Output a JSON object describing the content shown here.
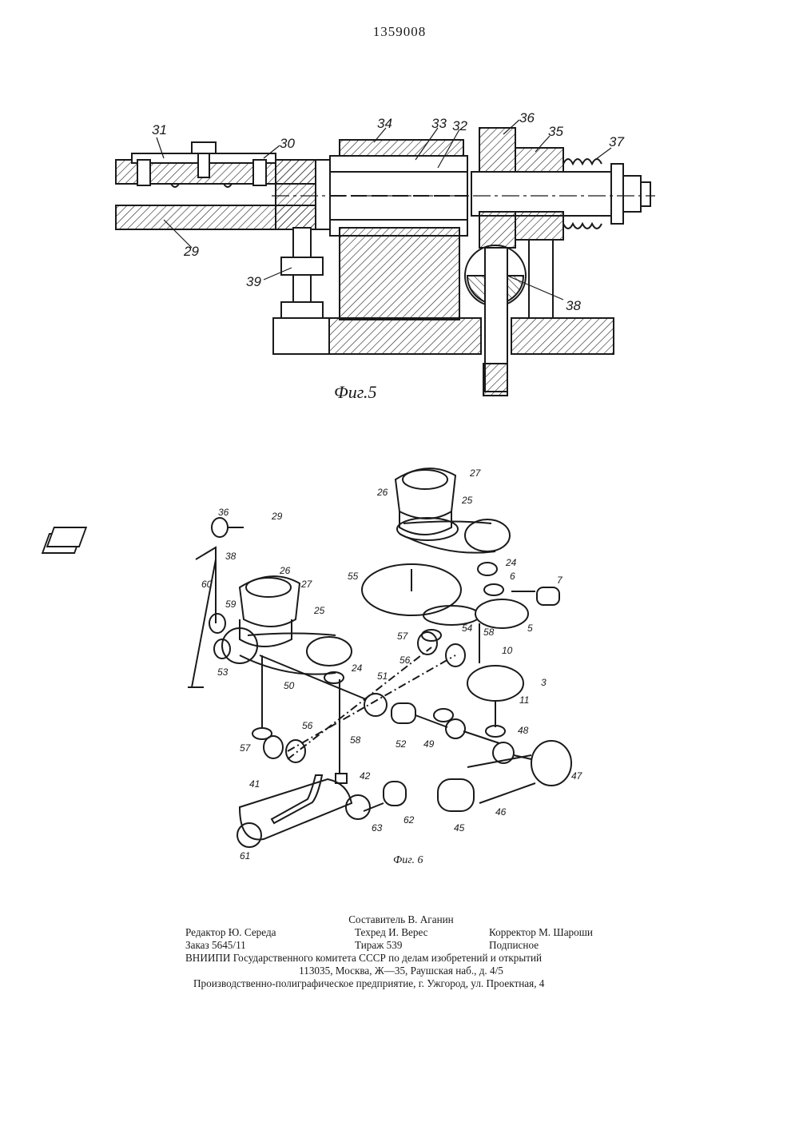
{
  "patent_number": "1359008",
  "fig5": {
    "caption": "Фиг.5",
    "labels": [
      "31",
      "30",
      "34",
      "33",
      "32",
      "36",
      "35",
      "37",
      "29",
      "39",
      "38"
    ]
  },
  "fig6": {
    "caption": "Фиг. 6",
    "labels": [
      "27",
      "26",
      "25",
      "36",
      "29",
      "38",
      "60",
      "59",
      "53",
      "26",
      "27",
      "25",
      "24",
      "55",
      "24",
      "6",
      "7",
      "5",
      "54",
      "57",
      "58",
      "56",
      "50",
      "51",
      "10",
      "3",
      "11",
      "56",
      "52",
      "49",
      "48",
      "47",
      "58",
      "57",
      "42",
      "41",
      "62",
      "45",
      "46",
      "61",
      "63"
    ]
  },
  "imprint": {
    "compiler": "Составитель В. Аганин",
    "editor": "Редактор Ю. Середа",
    "techred": "Техред И. Верес",
    "corrector": "Корректор М. Шароши",
    "order": "Заказ 5645/11",
    "circulation": "Тираж 539",
    "subscription": "Подписное",
    "org": "ВНИИПИ Государственного комитета СССР по делам изобретений и открытий",
    "address": "113035, Москва, Ж—35, Раушская наб., д. 4/5",
    "printer": "Производственно-полиграфическое предприятие, г. Ужгород, ул. Проектная, 4"
  }
}
